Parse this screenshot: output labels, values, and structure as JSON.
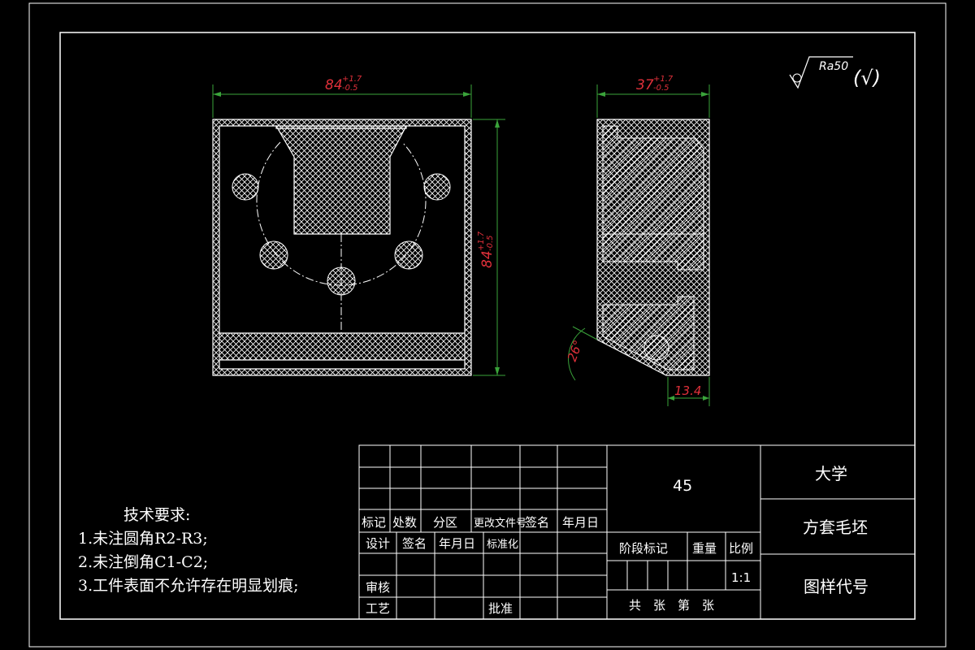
{
  "colors": {
    "line": "#ffffff",
    "dimension": "#e0303a",
    "dim_line": "#3aa33a",
    "hatch": "#ffffff",
    "background": "#000000"
  },
  "views": {
    "front": {
      "width_dim": "84",
      "width_tol_upper": "+1.7",
      "width_tol_lower": "-0.5",
      "height_dim": "84",
      "height_tol_upper": "+1.7",
      "height_tol_lower": "-0.5"
    },
    "side": {
      "width_dim": "37",
      "width_tol_upper": "+1.7",
      "width_tol_lower": "-0.5",
      "angle": "26°",
      "bottom_dim": "13.4"
    }
  },
  "roughness": {
    "value": "Ra50",
    "other": "(√)"
  },
  "notes": {
    "title": "技术要求:",
    "items": [
      "1.未注圆角R2-R3;",
      "2.未注倒角C1-C2;",
      "3.工件表面不允许存在明显划痕;"
    ]
  },
  "title_block": {
    "material": "45",
    "school": "大学",
    "part_name": "方套毛坯",
    "drawing_code": "图样代号",
    "headers": [
      "标记",
      "处数",
      "分区",
      "更改文件号",
      "签名",
      "年月日"
    ],
    "design": "设计",
    "sign": "签名",
    "date": "年月日",
    "standardize": "标准化",
    "review": "审核",
    "process": "工艺",
    "approve": "批准",
    "stage_mark": "阶段标记",
    "weight": "重量",
    "scale_label": "比例",
    "scale": "1:1",
    "sheets": "共　张　第　张"
  }
}
